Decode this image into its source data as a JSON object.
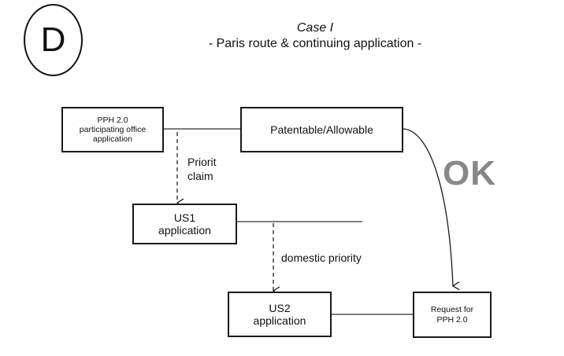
{
  "badge": {
    "letter": "D"
  },
  "header": {
    "title": "Case I",
    "subtitle": "- Paris route & continuing application -"
  },
  "nodes": {
    "pph_office_app": {
      "line1": "PPH 2.0",
      "line2": "participating office",
      "line3": "application"
    },
    "patentable": {
      "label": "Patentable/Allowable"
    },
    "us1": {
      "line1": "US1",
      "line2": "application"
    },
    "us2": {
      "line1": "US2",
      "line2": "application"
    },
    "request": {
      "line1": "Request for",
      "line2": "PPH 2.0"
    }
  },
  "edges": {
    "priority_claim": {
      "line1": "Priorit",
      "line2": "claim"
    },
    "domestic_priority": {
      "label": "domestic priority"
    },
    "ok": {
      "label": "OK"
    }
  },
  "colors": {
    "ok_text": "#888888",
    "stroke": "#1a1a1a"
  }
}
